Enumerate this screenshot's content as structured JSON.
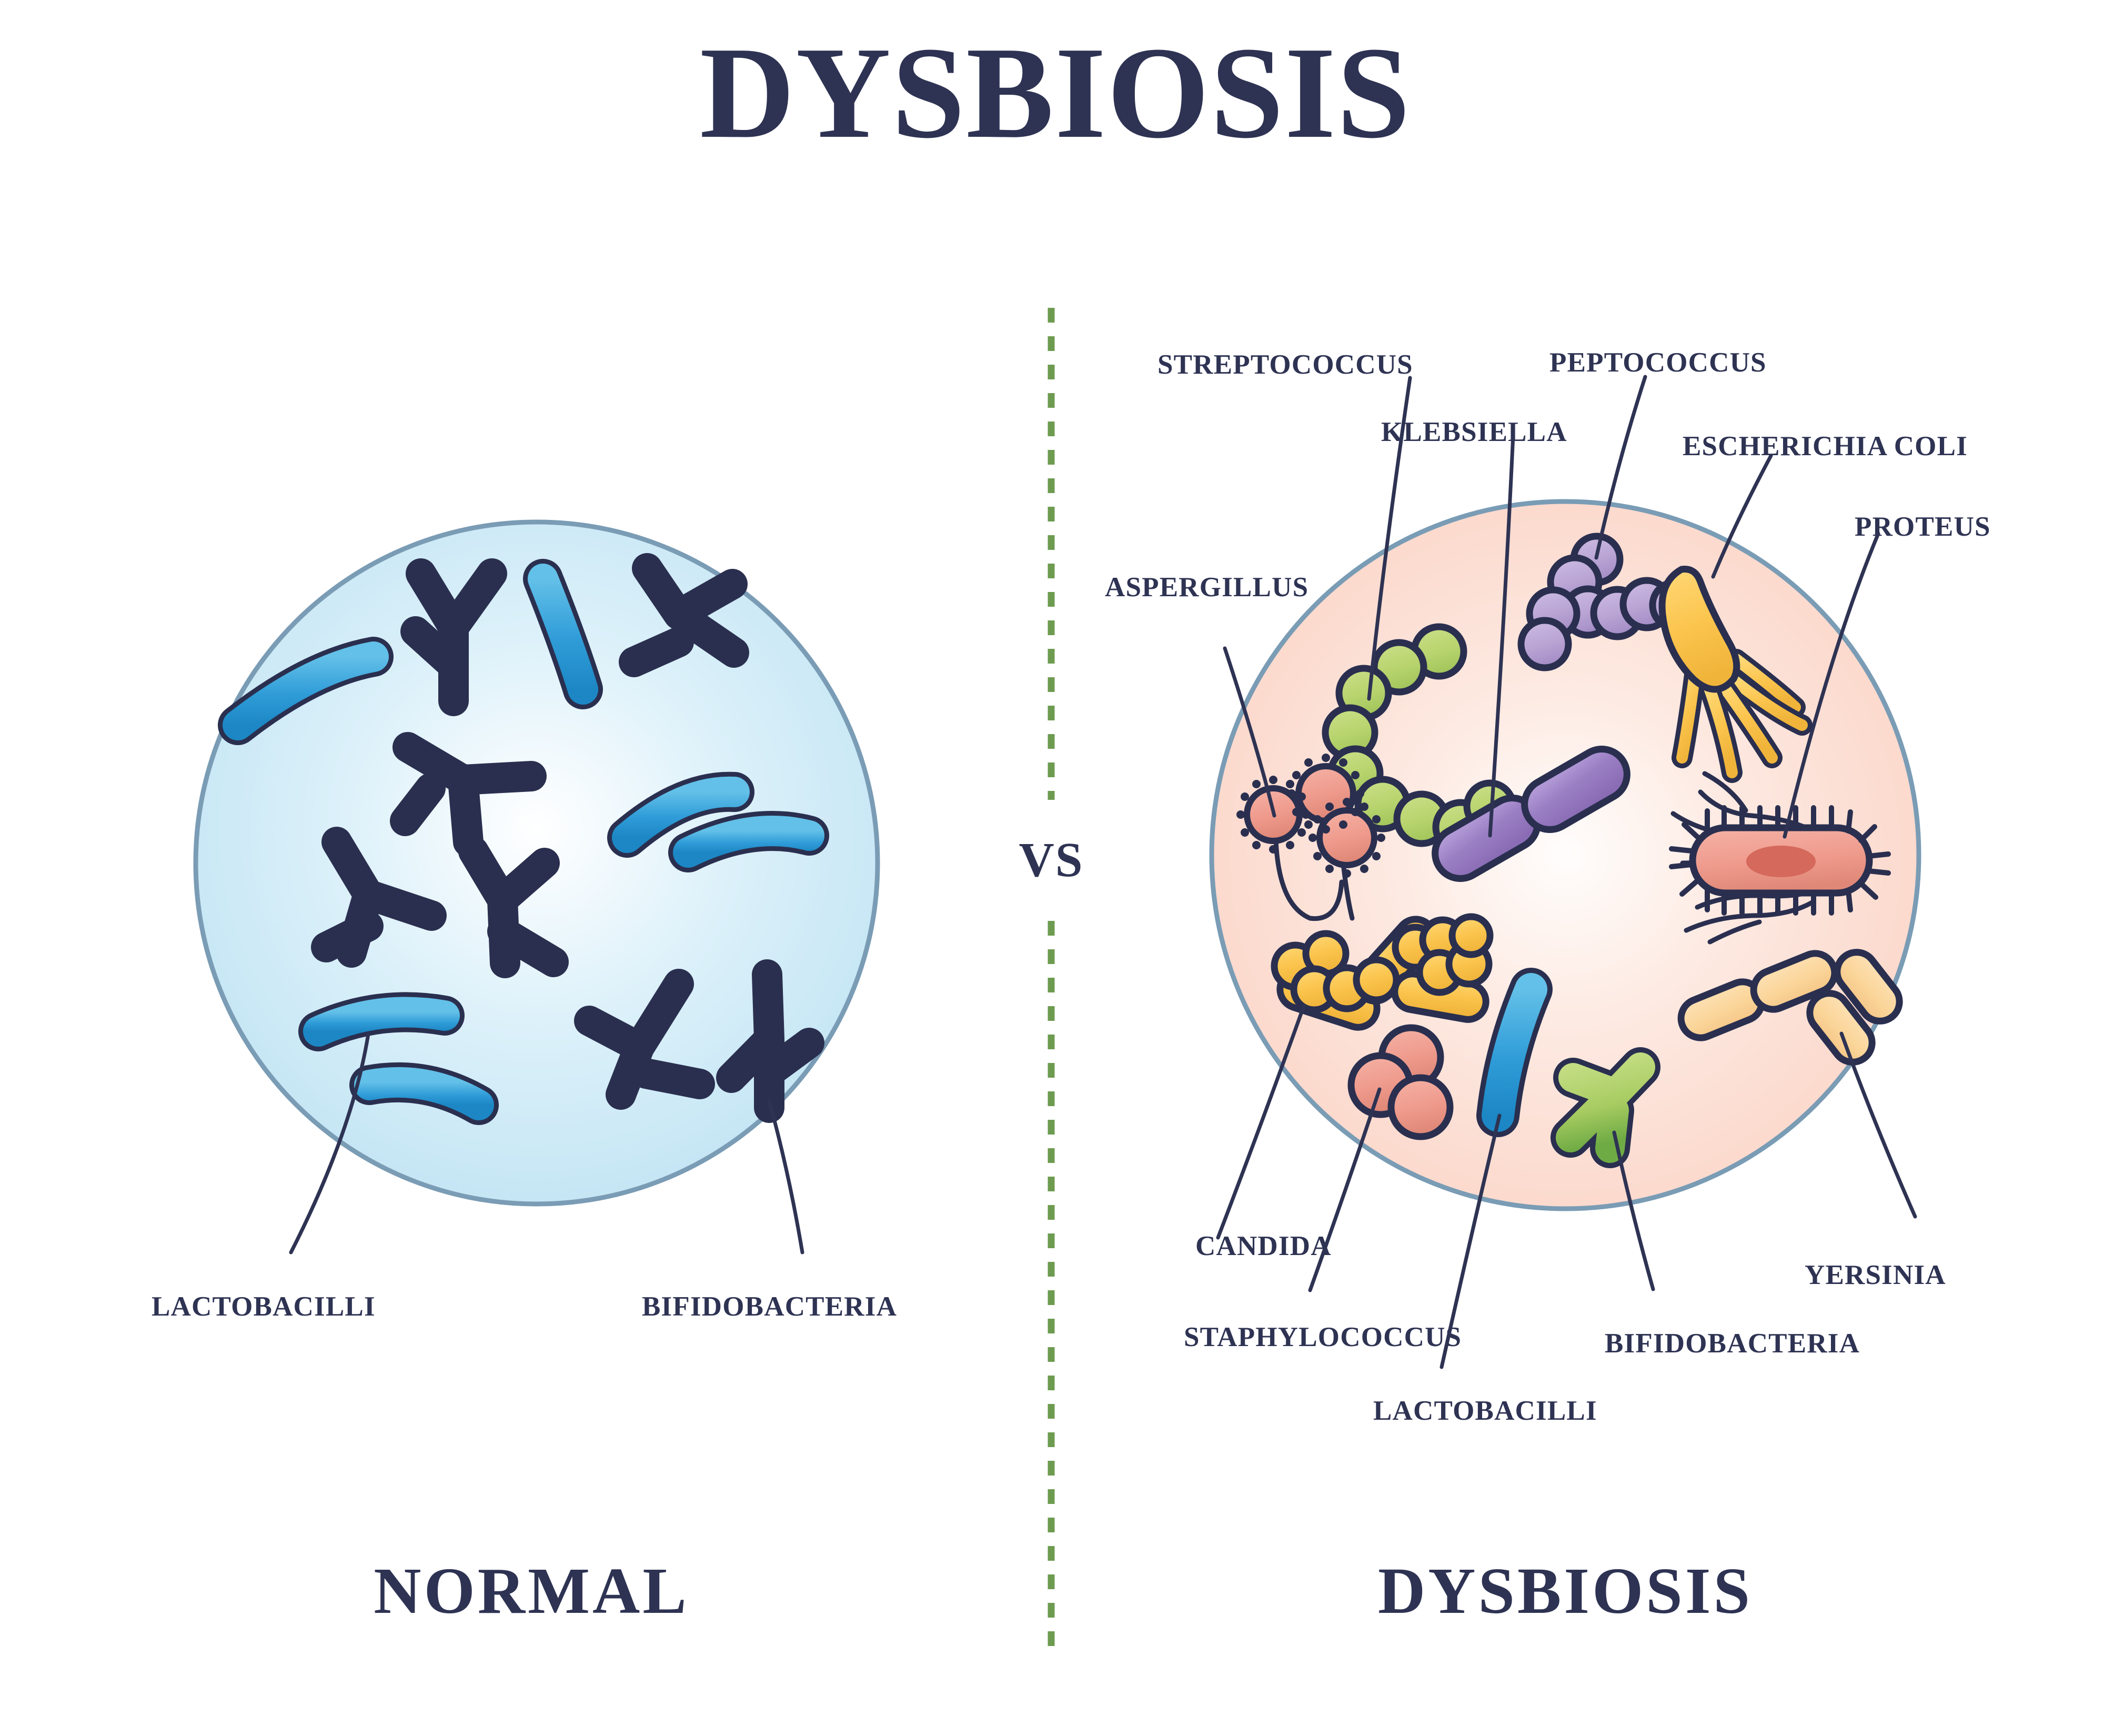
{
  "title": "DYSBIOSIS",
  "divider": {
    "vs_label": "VS",
    "color": "#6d9b50"
  },
  "captions": {
    "left": "NORMAL",
    "right": "DYSBIOSIS"
  },
  "normal_panel": {
    "circle": {
      "fill_center": "#ffffff",
      "fill_edge": "#bfe3f3",
      "stroke": "#7a9cb5"
    },
    "labels": [
      {
        "id": "lactobacilli",
        "text": "LACTOBACILLI"
      },
      {
        "id": "bifidobacteria",
        "text": "BIFIDOBACTERIA"
      }
    ],
    "organisms": [
      {
        "name": "lactobacilli-rod",
        "color": "#3fa9dd",
        "shape": "curved-rod",
        "count": 6
      },
      {
        "name": "bifidobacteria-y",
        "color": "#a8cc62",
        "shape": "y-branch",
        "count": 8
      }
    ]
  },
  "dysbiosis_panel": {
    "circle": {
      "fill_center": "#fffaf7",
      "fill_edge": "#fbd5c8",
      "stroke": "#7a9cb5"
    },
    "labels": [
      {
        "id": "streptococcus",
        "text": "STREPTOCOCCUS"
      },
      {
        "id": "peptococcus",
        "text": "PEPTOCOCCUS"
      },
      {
        "id": "klebsiella",
        "text": "KLEBSIELLA"
      },
      {
        "id": "escherichia-coli",
        "text": "ESCHERICHIA COLI"
      },
      {
        "id": "proteus",
        "text": "PROTEUS"
      },
      {
        "id": "aspergillus",
        "text": "ASPERGILLUS"
      },
      {
        "id": "candida",
        "text": "CANDIDA"
      },
      {
        "id": "staphylococcus",
        "text": "STAPHYLOCOCCUS"
      },
      {
        "id": "lactobacilli",
        "text": "LACTOBACILLI"
      },
      {
        "id": "bifidobacteria",
        "text": "BIFIDOBACTERIA"
      },
      {
        "id": "yersinia",
        "text": "YERSINIA"
      }
    ],
    "organisms": [
      {
        "name": "streptococcus",
        "color": "#b8d46e",
        "shape": "coccus-chain",
        "count": 9
      },
      {
        "name": "peptococcus",
        "color": "#b9a4d4",
        "shape": "coccus-cluster",
        "count": 8
      },
      {
        "name": "klebsiella",
        "color": "#9b7fc4",
        "shape": "rod-pair",
        "count": 2
      },
      {
        "name": "proteus",
        "color": "#fbc44d",
        "shape": "rod-with-flagella",
        "count": 1
      },
      {
        "name": "escherichia-coli",
        "color": "#ef9c8e",
        "shape": "piliated-rod",
        "count": 1
      },
      {
        "name": "aspergillus",
        "color": "#e98a7b",
        "shape": "conidiophore",
        "count": 3
      },
      {
        "name": "candida",
        "color": "#fbc44d",
        "shape": "budding-yeast",
        "count": 12
      },
      {
        "name": "staphylococcus",
        "color": "#ef9c8e",
        "shape": "coccus-cluster",
        "count": 3
      },
      {
        "name": "lactobacilli",
        "color": "#2f9cd8",
        "shape": "curved-rod",
        "count": 1
      },
      {
        "name": "bifidobacteria",
        "color": "#8cbf4d",
        "shape": "y-branch",
        "count": 1
      },
      {
        "name": "yersinia",
        "color": "#fbd69b",
        "shape": "rod-pair",
        "count": 4
      }
    ]
  }
}
